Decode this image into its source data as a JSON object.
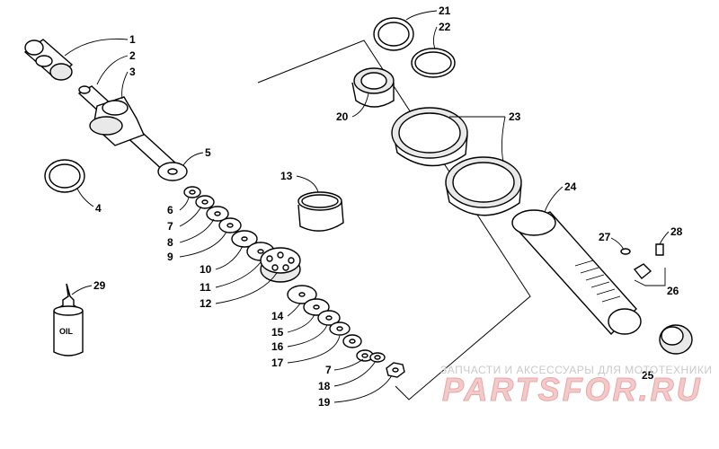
{
  "labels": {
    "p1": "1",
    "p2": "2",
    "p3": "3",
    "p4": "4",
    "p5": "5",
    "p6": "6",
    "p7": "7",
    "p8": "8",
    "p9": "9",
    "p10": "10",
    "p11": "11",
    "p12": "12",
    "p13": "13",
    "p14": "14",
    "p15": "15",
    "p16": "16",
    "p17": "17",
    "p17b": "7",
    "p18": "18",
    "p19": "19",
    "p20": "20",
    "p21": "21",
    "p22": "22",
    "p23": "23",
    "p24": "24",
    "p25": "25",
    "p26": "26",
    "p27": "27",
    "p28": "28",
    "p29": "29"
  },
  "bottle_label": "OIL",
  "watermark": {
    "tagline": "ЗАПЧАСТИ И АКСЕССУАРЫ ДЛЯ МОТОТЕХНИКИ",
    "brand": "PARTSFOR.RU"
  }
}
